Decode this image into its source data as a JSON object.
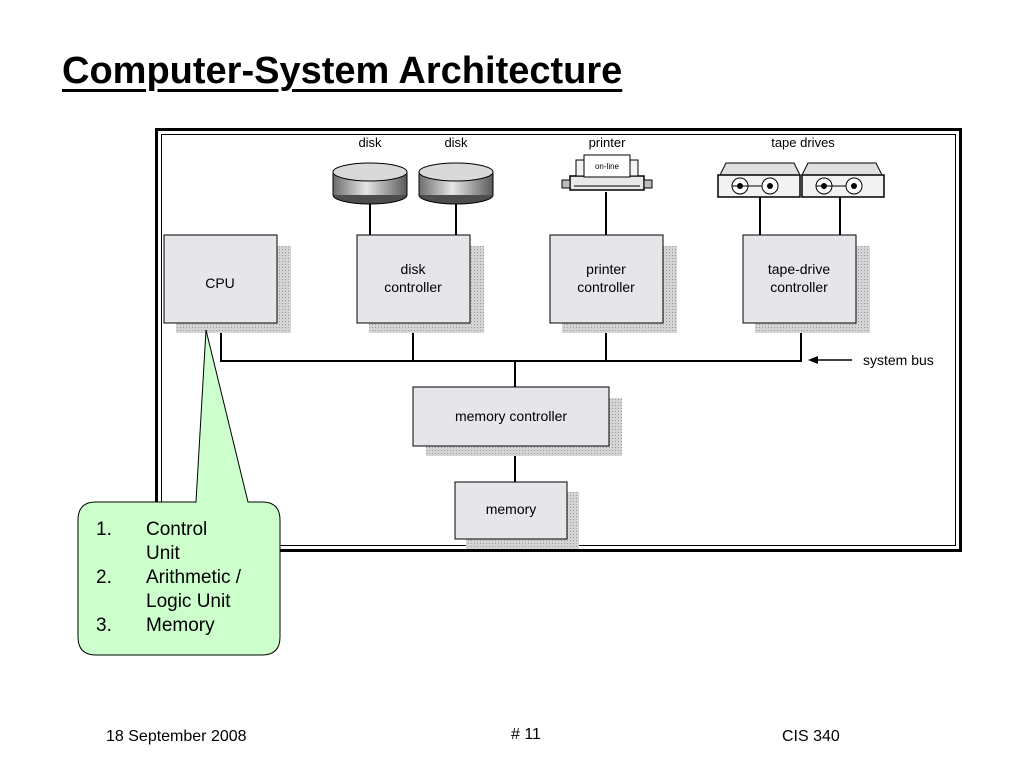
{
  "title": "Computer-System Architecture",
  "diagram": {
    "devices": {
      "disk_1": "disk",
      "disk_2": "disk",
      "printer": "printer",
      "printer_panel": "on-line",
      "tape_drives": "tape drives"
    },
    "controllers": {
      "cpu": "CPU",
      "disk_controller_line1": "disk",
      "disk_controller_line2": "controller",
      "printer_controller_line1": "printer",
      "printer_controller_line2": "controller",
      "tape_controller_line1": "tape-drive",
      "tape_controller_line2": "controller"
    },
    "bus_label": "system bus",
    "memory_controller": "memory controller",
    "memory": "memory"
  },
  "callout": {
    "items": [
      {
        "num": "1.",
        "line1": "Control",
        "line2": "Unit"
      },
      {
        "num": "2.",
        "line1": "Arithmetic /",
        "line2": "Logic Unit"
      },
      {
        "num": "3.",
        "line1": "Memory",
        "line2": ""
      }
    ],
    "fill_color": "#ccffcc"
  },
  "footer": {
    "date": "18 September 2008",
    "slide_number": "# 11",
    "course": "CIS 340"
  }
}
